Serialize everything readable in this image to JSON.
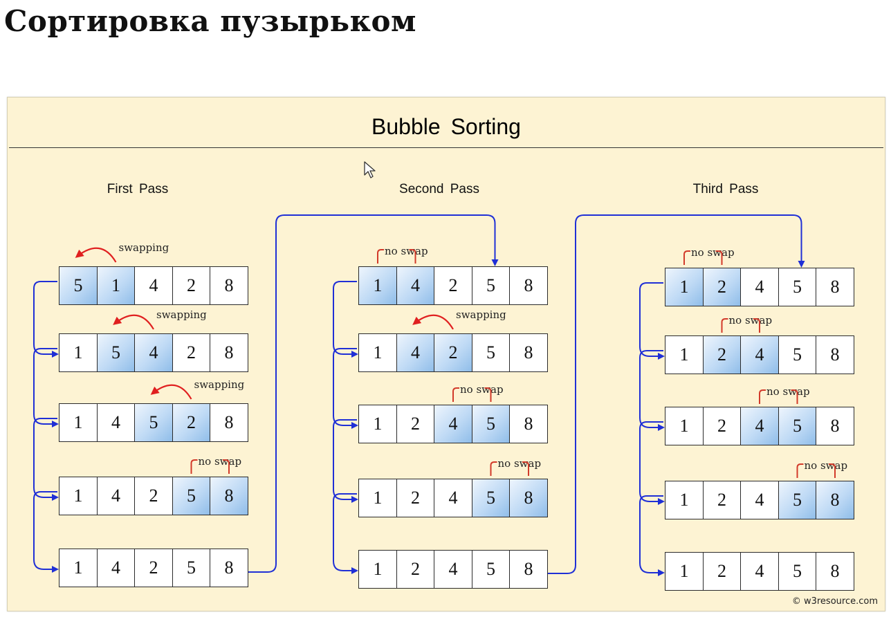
{
  "page_title": "Сортировка пузырьком",
  "figure_title": "Bubble Sorting",
  "copyright": "© w3resource.com",
  "colors": {
    "figure_bg": "#fdf3d3",
    "highlight": "#a9cdf0",
    "connector": "#1f2fd6",
    "swap_arrow": "#e02020",
    "bracket": "#d23a2a"
  },
  "passes": [
    {
      "label": "First Pass",
      "steps": [
        {
          "values": [
            "5",
            "1",
            "4",
            "2",
            "8"
          ],
          "highlight": [
            0,
            1
          ],
          "note": "swapping",
          "note_type": "swap"
        },
        {
          "values": [
            "1",
            "5",
            "4",
            "2",
            "8"
          ],
          "highlight": [
            1,
            2
          ],
          "note": "swapping",
          "note_type": "swap"
        },
        {
          "values": [
            "1",
            "4",
            "5",
            "2",
            "8"
          ],
          "highlight": [
            2,
            3
          ],
          "note": "swapping",
          "note_type": "swap"
        },
        {
          "values": [
            "1",
            "4",
            "2",
            "5",
            "8"
          ],
          "highlight": [
            3,
            4
          ],
          "note": "no swap",
          "note_type": "noswap"
        },
        {
          "values": [
            "1",
            "4",
            "2",
            "5",
            "8"
          ],
          "highlight": [],
          "note": "",
          "note_type": ""
        }
      ]
    },
    {
      "label": "Second Pass",
      "steps": [
        {
          "values": [
            "1",
            "4",
            "2",
            "5",
            "8"
          ],
          "highlight": [
            0,
            1
          ],
          "note": "no swap",
          "note_type": "noswap"
        },
        {
          "values": [
            "1",
            "4",
            "2",
            "5",
            "8"
          ],
          "highlight": [
            1,
            2
          ],
          "note": "swapping",
          "note_type": "swap"
        },
        {
          "values": [
            "1",
            "2",
            "4",
            "5",
            "8"
          ],
          "highlight": [
            2,
            3
          ],
          "note": "no swap",
          "note_type": "noswap"
        },
        {
          "values": [
            "1",
            "2",
            "4",
            "5",
            "8"
          ],
          "highlight": [
            3,
            4
          ],
          "note": "no swap",
          "note_type": "noswap"
        },
        {
          "values": [
            "1",
            "2",
            "4",
            "5",
            "8"
          ],
          "highlight": [],
          "note": "",
          "note_type": ""
        }
      ]
    },
    {
      "label": "Third Pass",
      "steps": [
        {
          "values": [
            "1",
            "2",
            "4",
            "5",
            "8"
          ],
          "highlight": [
            0,
            1
          ],
          "note": "no swap",
          "note_type": "noswap"
        },
        {
          "values": [
            "1",
            "2",
            "4",
            "5",
            "8"
          ],
          "highlight": [
            1,
            2
          ],
          "note": "no swap",
          "note_type": "noswap"
        },
        {
          "values": [
            "1",
            "2",
            "4",
            "5",
            "8"
          ],
          "highlight": [
            2,
            3
          ],
          "note": "no swap",
          "note_type": "noswap"
        },
        {
          "values": [
            "1",
            "2",
            "4",
            "5",
            "8"
          ],
          "highlight": [
            3,
            4
          ],
          "note": "no swap",
          "note_type": "noswap"
        },
        {
          "values": [
            "1",
            "2",
            "4",
            "5",
            "8"
          ],
          "highlight": [],
          "note": "",
          "note_type": ""
        }
      ]
    }
  ]
}
